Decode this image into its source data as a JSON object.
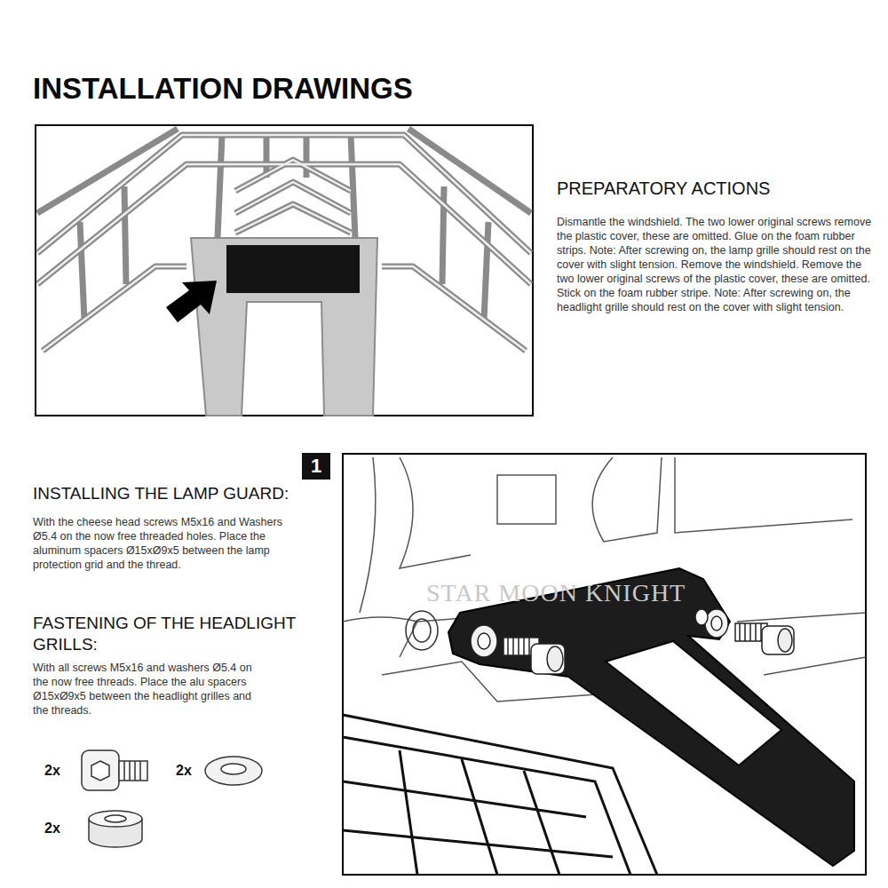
{
  "diagram": {
    "title": "INSTALLATION DRAWINGS",
    "nodes": [
      {
        "text": [
          "1"
        ]
      }
    ],
    "labels": [
      "PREPARATORY ACTIONS",
      "Dismantle the windshield. The two lower original screws remove the plastic cover, these are omitted. Glue on the foam rubber strips. Note: After screwing on, the lamp grille should rest on the cover with slight tension. Remove the windshield. Remove the two lower original screws of the plastic cover, these are omitted. Stick on the foam rubber stripe. Note: After screwing on, the headlight grille should rest on the cover with slight tension.",
      "INSTALLING THE LAMP GUARD:",
      "With the cheese head screws M5x16 and Washers Ø5.4 on the now free threaded holes. Place the aluminum spacers Ø15xØ9x5 between the lamp protection grid and the thread.",
      "FASTENING OF THE HEADLIGHT GRILLS:",
      "With all screws M5x16 and washers Ø5.4 on the now free threads. Place the alu spacers Ø15xØ9x5 between the headlight grilles and the threads.",
      "2x",
      "2x",
      "2x",
      "STAR MOON KNIGHT"
    ]
  }
}
